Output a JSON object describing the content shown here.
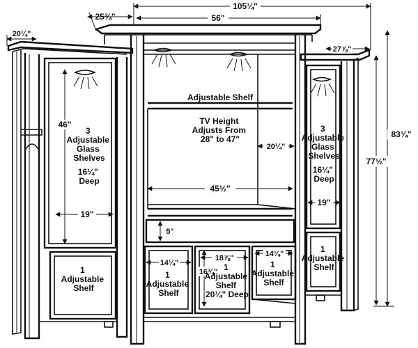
{
  "dimensions": {
    "overall_width": "105¼\"",
    "center_width": "56\"",
    "left_offset": "25¾\"",
    "left_depth": "20¼\"",
    "right_depth": "27⅞\"",
    "overall_height": "83¾\"",
    "side_height": "77½\"",
    "side_opening_height": "46\"",
    "left_shelf_width": "19\"",
    "right_shelf_width": "19\"",
    "tv_opening_width": "45½\"",
    "tv_opening_depth": "20¼\"",
    "drawer_height": "5\"",
    "left_door_width": "14¼\"",
    "center_door_width": "18⅞\"",
    "center_door_height": "16¾\"",
    "right_door_width": "14¼\""
  },
  "labels": {
    "top_shelf": "Adjustable Shelf",
    "tv_height": [
      "TV Height",
      "Adjusts From",
      "28\" to 47\""
    ],
    "left_glass": [
      "3",
      "Adjustable",
      "Glass",
      "Shelves"
    ],
    "left_deep": [
      "16¼\"",
      "Deep"
    ],
    "right_glass": [
      "3",
      "Adjustable",
      "Glass",
      "Shelves"
    ],
    "right_deep": [
      "16¼\"",
      "Deep"
    ],
    "left_lower": [
      "1",
      "Adjustable",
      "Shelf"
    ],
    "right_lower": [
      "1",
      "Adjustable",
      "Shelf"
    ],
    "center_left_door": [
      "1",
      "Adjustable",
      "Shelf"
    ],
    "center_mid_door": [
      "1",
      "Adjustable",
      "Shelf",
      "20¼\" Deep"
    ],
    "center_right_door": [
      "1",
      "Adjustable",
      "Shelf"
    ]
  }
}
